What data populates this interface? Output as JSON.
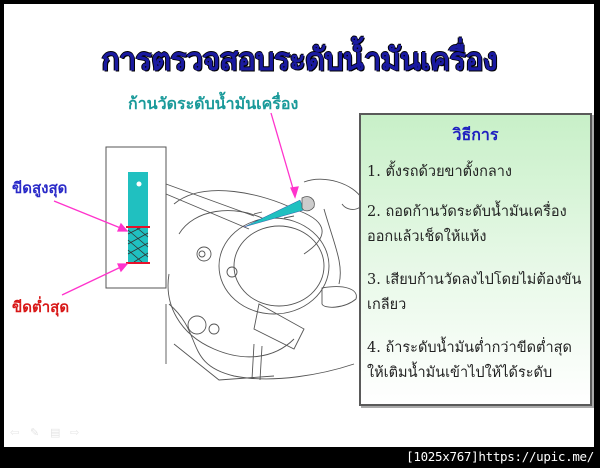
{
  "slide": {
    "title": "การตรวจสอบระดับน้ำมันเครื่อง",
    "dipstick_label": "ก้านวัดระดับน้ำมันเครื่อง",
    "max_mark_label": "ขีดสูงสุด",
    "min_mark_label": "ขีดต่ำสุด",
    "colors": {
      "title": "#1a1aa0",
      "dipstick_label": "#1a9a9a",
      "max_label": "#2a2ac8",
      "min_label": "#d81818",
      "dipstick": "#20c0c0",
      "arrow": "#ff33cc",
      "box_top": "#c8f0c8",
      "box_bottom": "#ffffff"
    }
  },
  "procedure": {
    "heading": "วิธีการ",
    "steps": [
      {
        "line1": "1. ตั้งรถด้วยขาตั้งกลาง",
        "line2": ""
      },
      {
        "line1": "2. ถอดก้านวัดระดับน้ำมันเครื่อง",
        "line2": "ออกแล้วเช็ดให้แห้ง"
      },
      {
        "line1": "3. เสียบก้านวัดลงไปโดยไม่ต้องขัน",
        "line2": "เกลียว"
      },
      {
        "line1": "4. ถ้าระดับน้ำมันต่ำกว่าขีดต่ำสุด",
        "line2": "ให้เติมน้ำมันเข้าไปให้ได้ระดับ"
      }
    ]
  },
  "presenter_toolbar": {
    "icons": [
      "back-arrow-icon",
      "pen-icon",
      "menu-icon",
      "forward-arrow-icon"
    ],
    "glyphs": [
      "⇦",
      "✎",
      "▤",
      "⇨"
    ]
  },
  "watermark": "[1025x767]https://upic.me/"
}
